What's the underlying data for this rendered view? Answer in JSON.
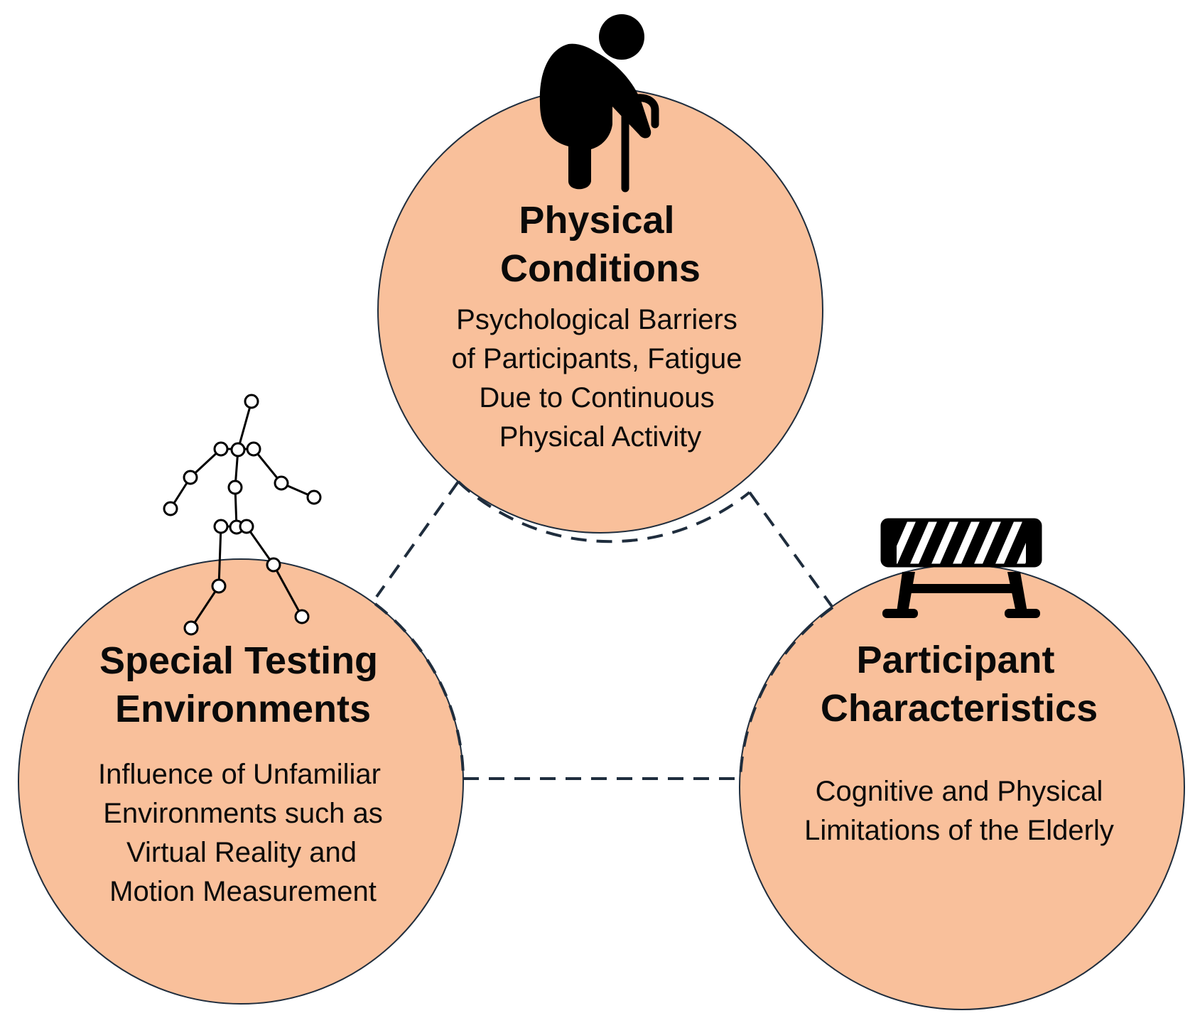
{
  "colors": {
    "circle_fill": "#f9c09b",
    "circle_stroke": "#1f2d3d",
    "connector": "#1f2d3d",
    "text": "#0a0a0a",
    "icon": "#000000"
  },
  "nodes": [
    {
      "id": "physical-conditions",
      "icon": "elderly-person-with-cane-icon",
      "title_lines": [
        "Physical",
        "Conditions"
      ],
      "desc_lines": [
        "Psychological Barriers",
        "of Participants, Fatigue",
        "Due to Continuous",
        "Physical Activity"
      ]
    },
    {
      "id": "special-testing-environments",
      "icon": "motion-capture-skeleton-icon",
      "title_lines": [
        "Special Testing",
        "Environments"
      ],
      "desc_lines": [
        "Influence of Unfamiliar",
        "Environments such as",
        "Virtual Reality and",
        "Motion Measurement"
      ]
    },
    {
      "id": "participant-characteristics",
      "icon": "road-barrier-icon",
      "title_lines": [
        "Participant",
        "Characteristics"
      ],
      "desc_lines": [
        "Cognitive and Physical",
        "Limitations of the Elderly"
      ]
    }
  ],
  "connectors": [
    {
      "from": "physical-conditions",
      "to": "special-testing-environments"
    },
    {
      "from": "physical-conditions",
      "to": "participant-characteristics"
    },
    {
      "from": "special-testing-environments",
      "to": "participant-characteristics"
    }
  ]
}
